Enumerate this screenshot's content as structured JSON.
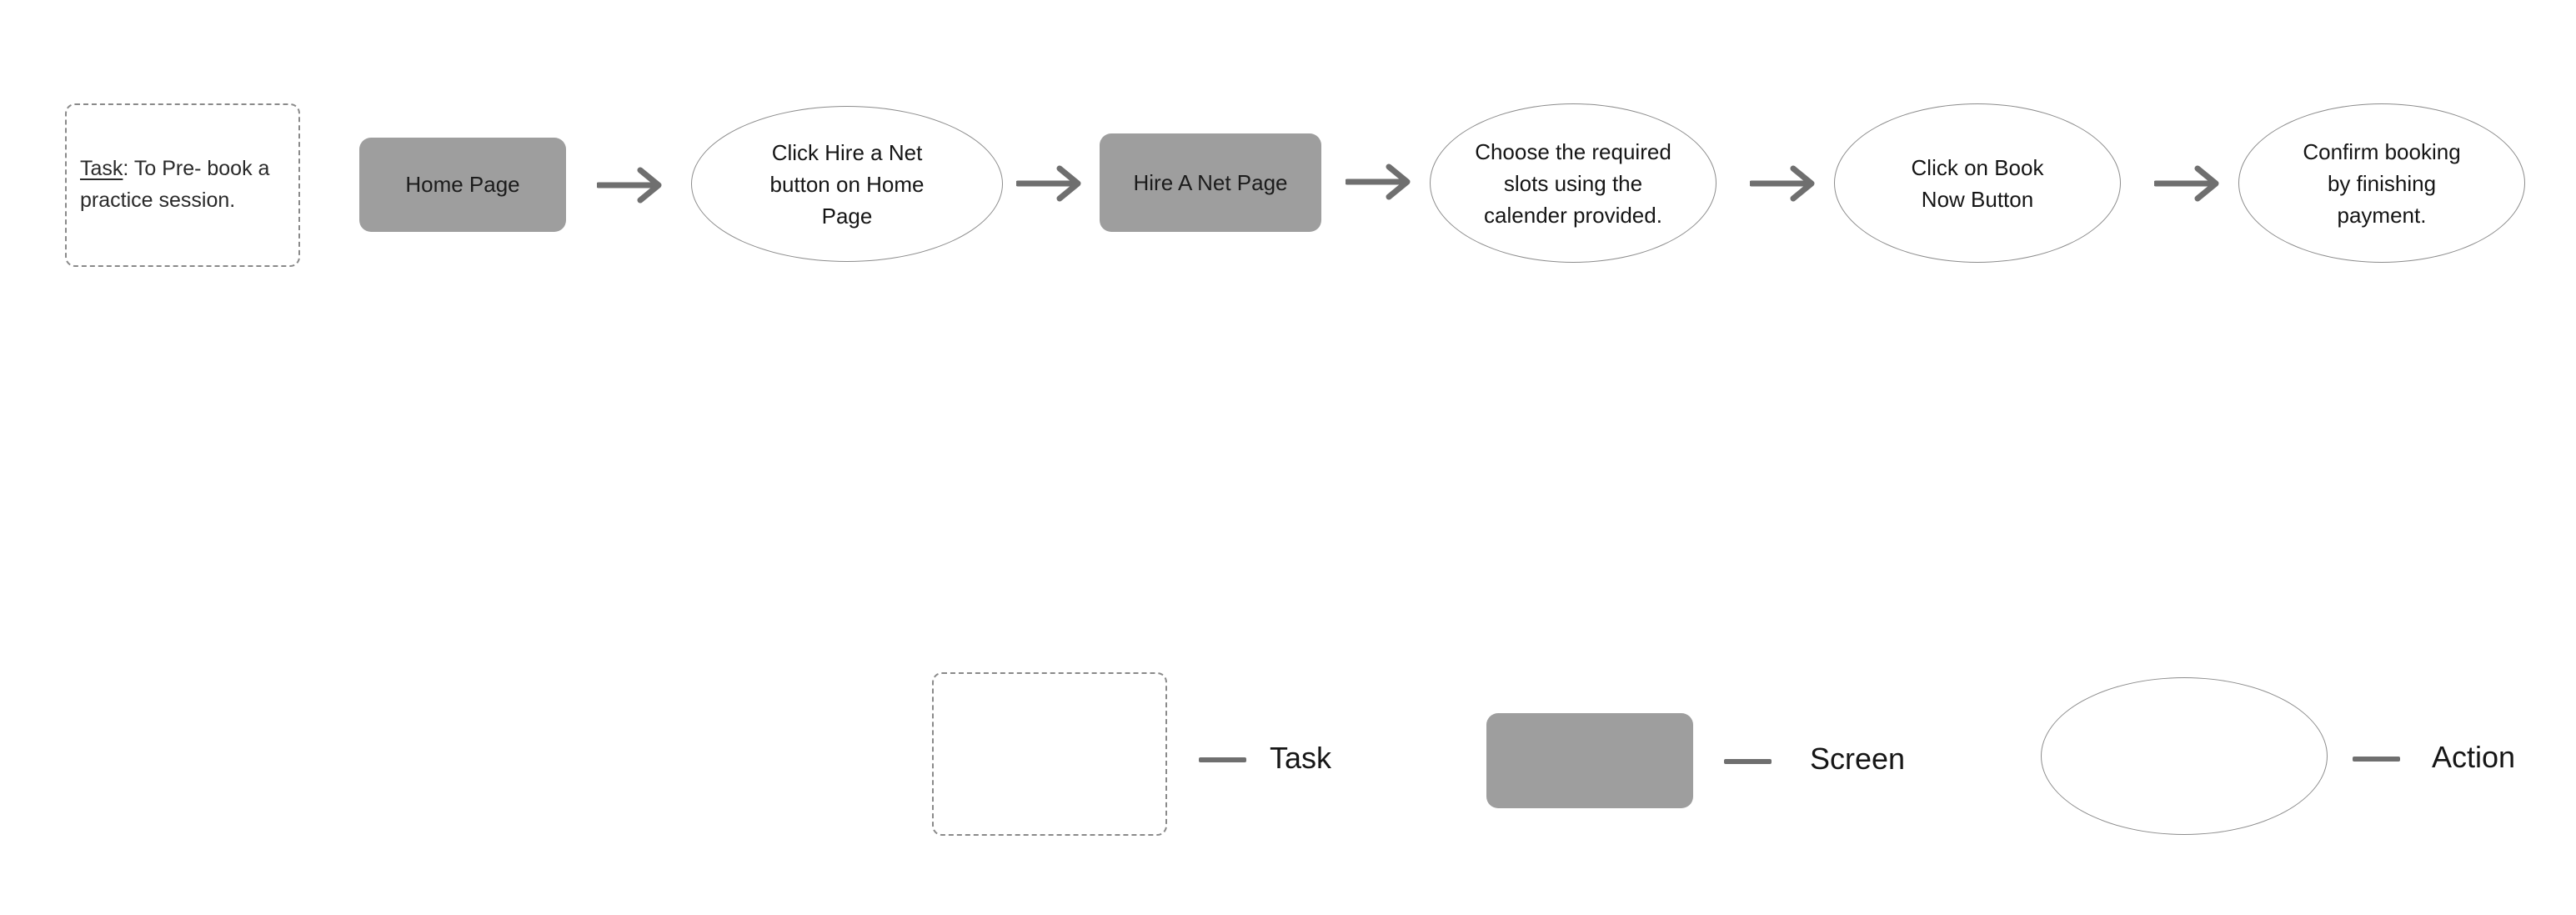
{
  "task": {
    "label": "Task",
    "separator": ":",
    "text_line1": " To Pre- book a",
    "text_line2": "practice session."
  },
  "flow": {
    "home_page": "Home Page",
    "action1": "Click Hire a Net button on Home Page",
    "hire_page": "Hire A Net Page",
    "action2": "Choose the required slots using the calender provided.",
    "action3": "Click on Book Now Button",
    "action4": "Confirm booking by finishing payment."
  },
  "legend": {
    "task": "Task",
    "screen": "Screen",
    "action": "Action"
  },
  "colors": {
    "screen_fill": "#9e9e9e",
    "arrow": "#6f6f6f",
    "outline": "#8c8c8c"
  }
}
